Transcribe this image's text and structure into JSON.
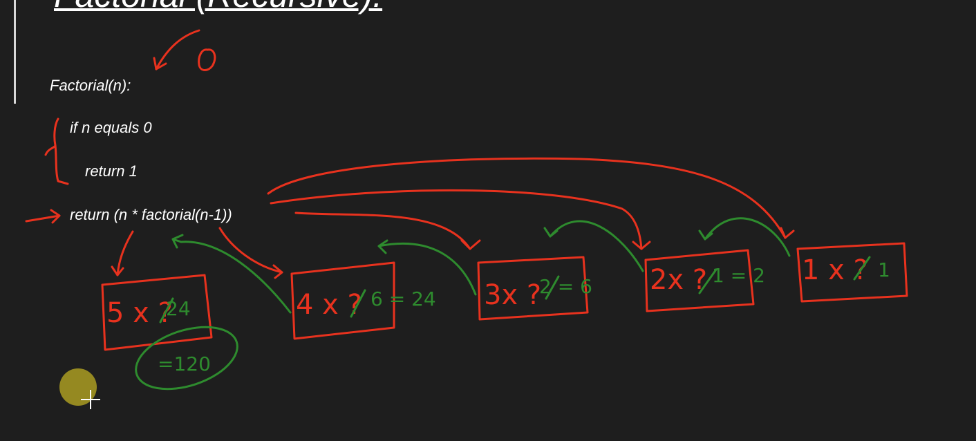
{
  "slide": {
    "title": "Factorial (Recursive):",
    "code": {
      "line1": "Factorial(n):",
      "line2": "if n equals 0",
      "line3": "return 1",
      "line4": "return (n * factorial(n-1))"
    }
  },
  "annotations": {
    "base_case_zero": "0",
    "boxes": [
      {
        "main": "5 x ?",
        "result": "24"
      },
      {
        "main": "4 x ?",
        "result": "6 = 24"
      },
      {
        "main": "3x ?",
        "result": "2 = 6"
      },
      {
        "main": "2x ?",
        "result": "1 = 2"
      },
      {
        "main": "1 x ?",
        "result": "1"
      }
    ],
    "final_result": "=120"
  },
  "colors": {
    "background": "#1e1e1e",
    "text": "#ffffff",
    "red_ink": "#e8321e",
    "green_ink": "#2e8b2e",
    "cursor": "#9c8f22"
  }
}
